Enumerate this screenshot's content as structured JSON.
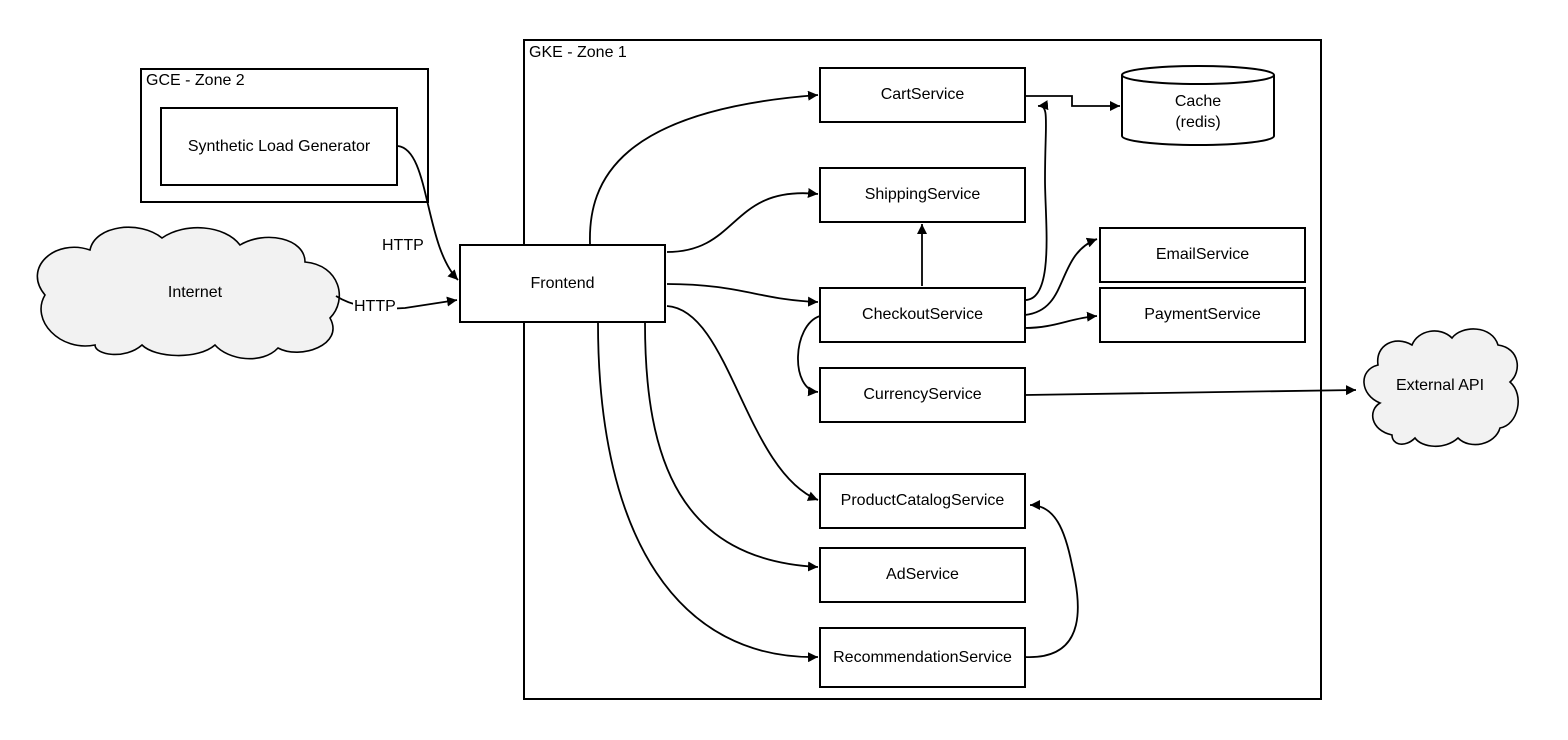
{
  "zones": {
    "gce": {
      "label": "GCE - Zone 2"
    },
    "gke": {
      "label": "GKE - Zone 1"
    }
  },
  "nodes": {
    "load_generator": "Synthetic Load Generator",
    "internet": "Internet",
    "frontend": "Frontend",
    "cart": "CartService",
    "cache_title": "Cache",
    "cache_sub": "(redis)",
    "shipping": "ShippingService",
    "email": "EmailService",
    "checkout": "CheckoutService",
    "payment": "PaymentService",
    "currency": "CurrencyService",
    "external_api": "External API",
    "product_catalog": "ProductCatalogService",
    "ad": "AdService",
    "recommendation": "RecommendationService"
  },
  "edge_labels": {
    "loadgen_http": "HTTP",
    "internet_http": "HTTP"
  },
  "colors": {
    "stroke": "#000000",
    "cloud_fill": "#f2f2f2",
    "node_fill": "#ffffff"
  }
}
